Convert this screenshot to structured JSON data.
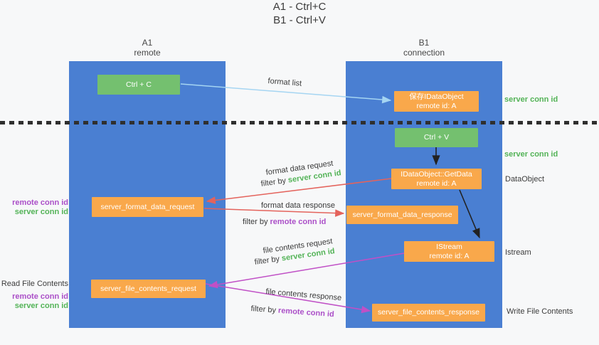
{
  "title": {
    "line1": "A1 - Ctrl+C",
    "line2": "B1 - Ctrl+V"
  },
  "lifelines": {
    "a1": {
      "name": "A1",
      "subtitle": "remote"
    },
    "b1": {
      "name": "B1",
      "subtitle": "connection"
    }
  },
  "nodes": {
    "ctrl_c": {
      "label": "Ctrl + C"
    },
    "save_idataobject": {
      "line1": "保存IDataObject",
      "line2": "remote id: A"
    },
    "ctrl_v": {
      "label": "Ctrl + V"
    },
    "getdata": {
      "line1": "IDataObject::GetData",
      "line2": "remote id: A"
    },
    "format_request": {
      "label": "server_format_data_request"
    },
    "format_response": {
      "label": "server_format_data_response"
    },
    "istream": {
      "line1": "IStream",
      "line2": "remote id: A"
    },
    "file_request": {
      "label": "server_file_contents_request"
    },
    "file_response": {
      "label": "server_file_contents_response"
    }
  },
  "annotations": {
    "server_conn_id": "server conn id",
    "remote_conn_id": "remote conn id",
    "dataobject": "DataObject",
    "istream": "Istream",
    "read_file_contents": "Read File Contents",
    "write_file_contents": "Write File Contents"
  },
  "arrows": {
    "format_list": "format list",
    "format_data_request": "format data request",
    "format_data_response": "format data response",
    "file_contents_request": "file contents request",
    "file_contents_response": "file contents response",
    "filter_by": "filter by"
  },
  "colors": {
    "column_blue": "#4a7fd2",
    "node_green": "#74c06f",
    "node_orange": "#f9a84b",
    "arrow_blue": "#a5d5f2",
    "arrow_red": "#e4635c",
    "arrow_magenta": "#c050c6",
    "arrow_black": "#222222",
    "label_green": "#53b357",
    "label_purple": "#ab4fc8"
  }
}
